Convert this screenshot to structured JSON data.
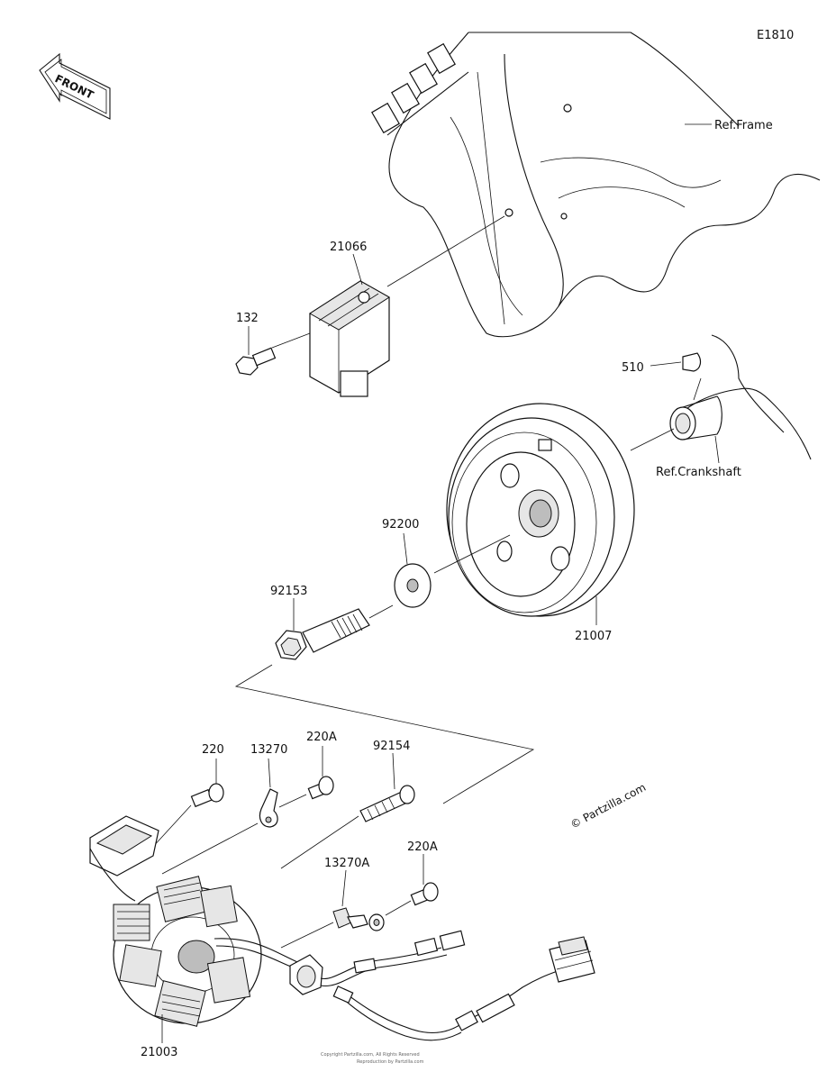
{
  "diagram_code": "E1810",
  "front_label": "FRONT",
  "watermark": "© Partzilla.com",
  "refs": {
    "frame": "Ref.Frame",
    "crankshaft": "Ref.Crankshaft"
  },
  "parts": [
    {
      "id": "p-21066",
      "number": "21066"
    },
    {
      "id": "p-132",
      "number": "132"
    },
    {
      "id": "p-510",
      "number": "510"
    },
    {
      "id": "p-92200",
      "number": "92200"
    },
    {
      "id": "p-92153",
      "number": "92153"
    },
    {
      "id": "p-21007",
      "number": "21007"
    },
    {
      "id": "p-220",
      "number": "220"
    },
    {
      "id": "p-13270",
      "number": "13270"
    },
    {
      "id": "p-220A-1",
      "number": "220A"
    },
    {
      "id": "p-92154",
      "number": "92154"
    },
    {
      "id": "p-13270A",
      "number": "13270A"
    },
    {
      "id": "p-220A-2",
      "number": "220A"
    },
    {
      "id": "p-21003",
      "number": "21003"
    }
  ],
  "footer_lines": [
    "Copyright Partzilla.com, All Rights Reserved",
    "Reproduction by Partzilla.com"
  ]
}
